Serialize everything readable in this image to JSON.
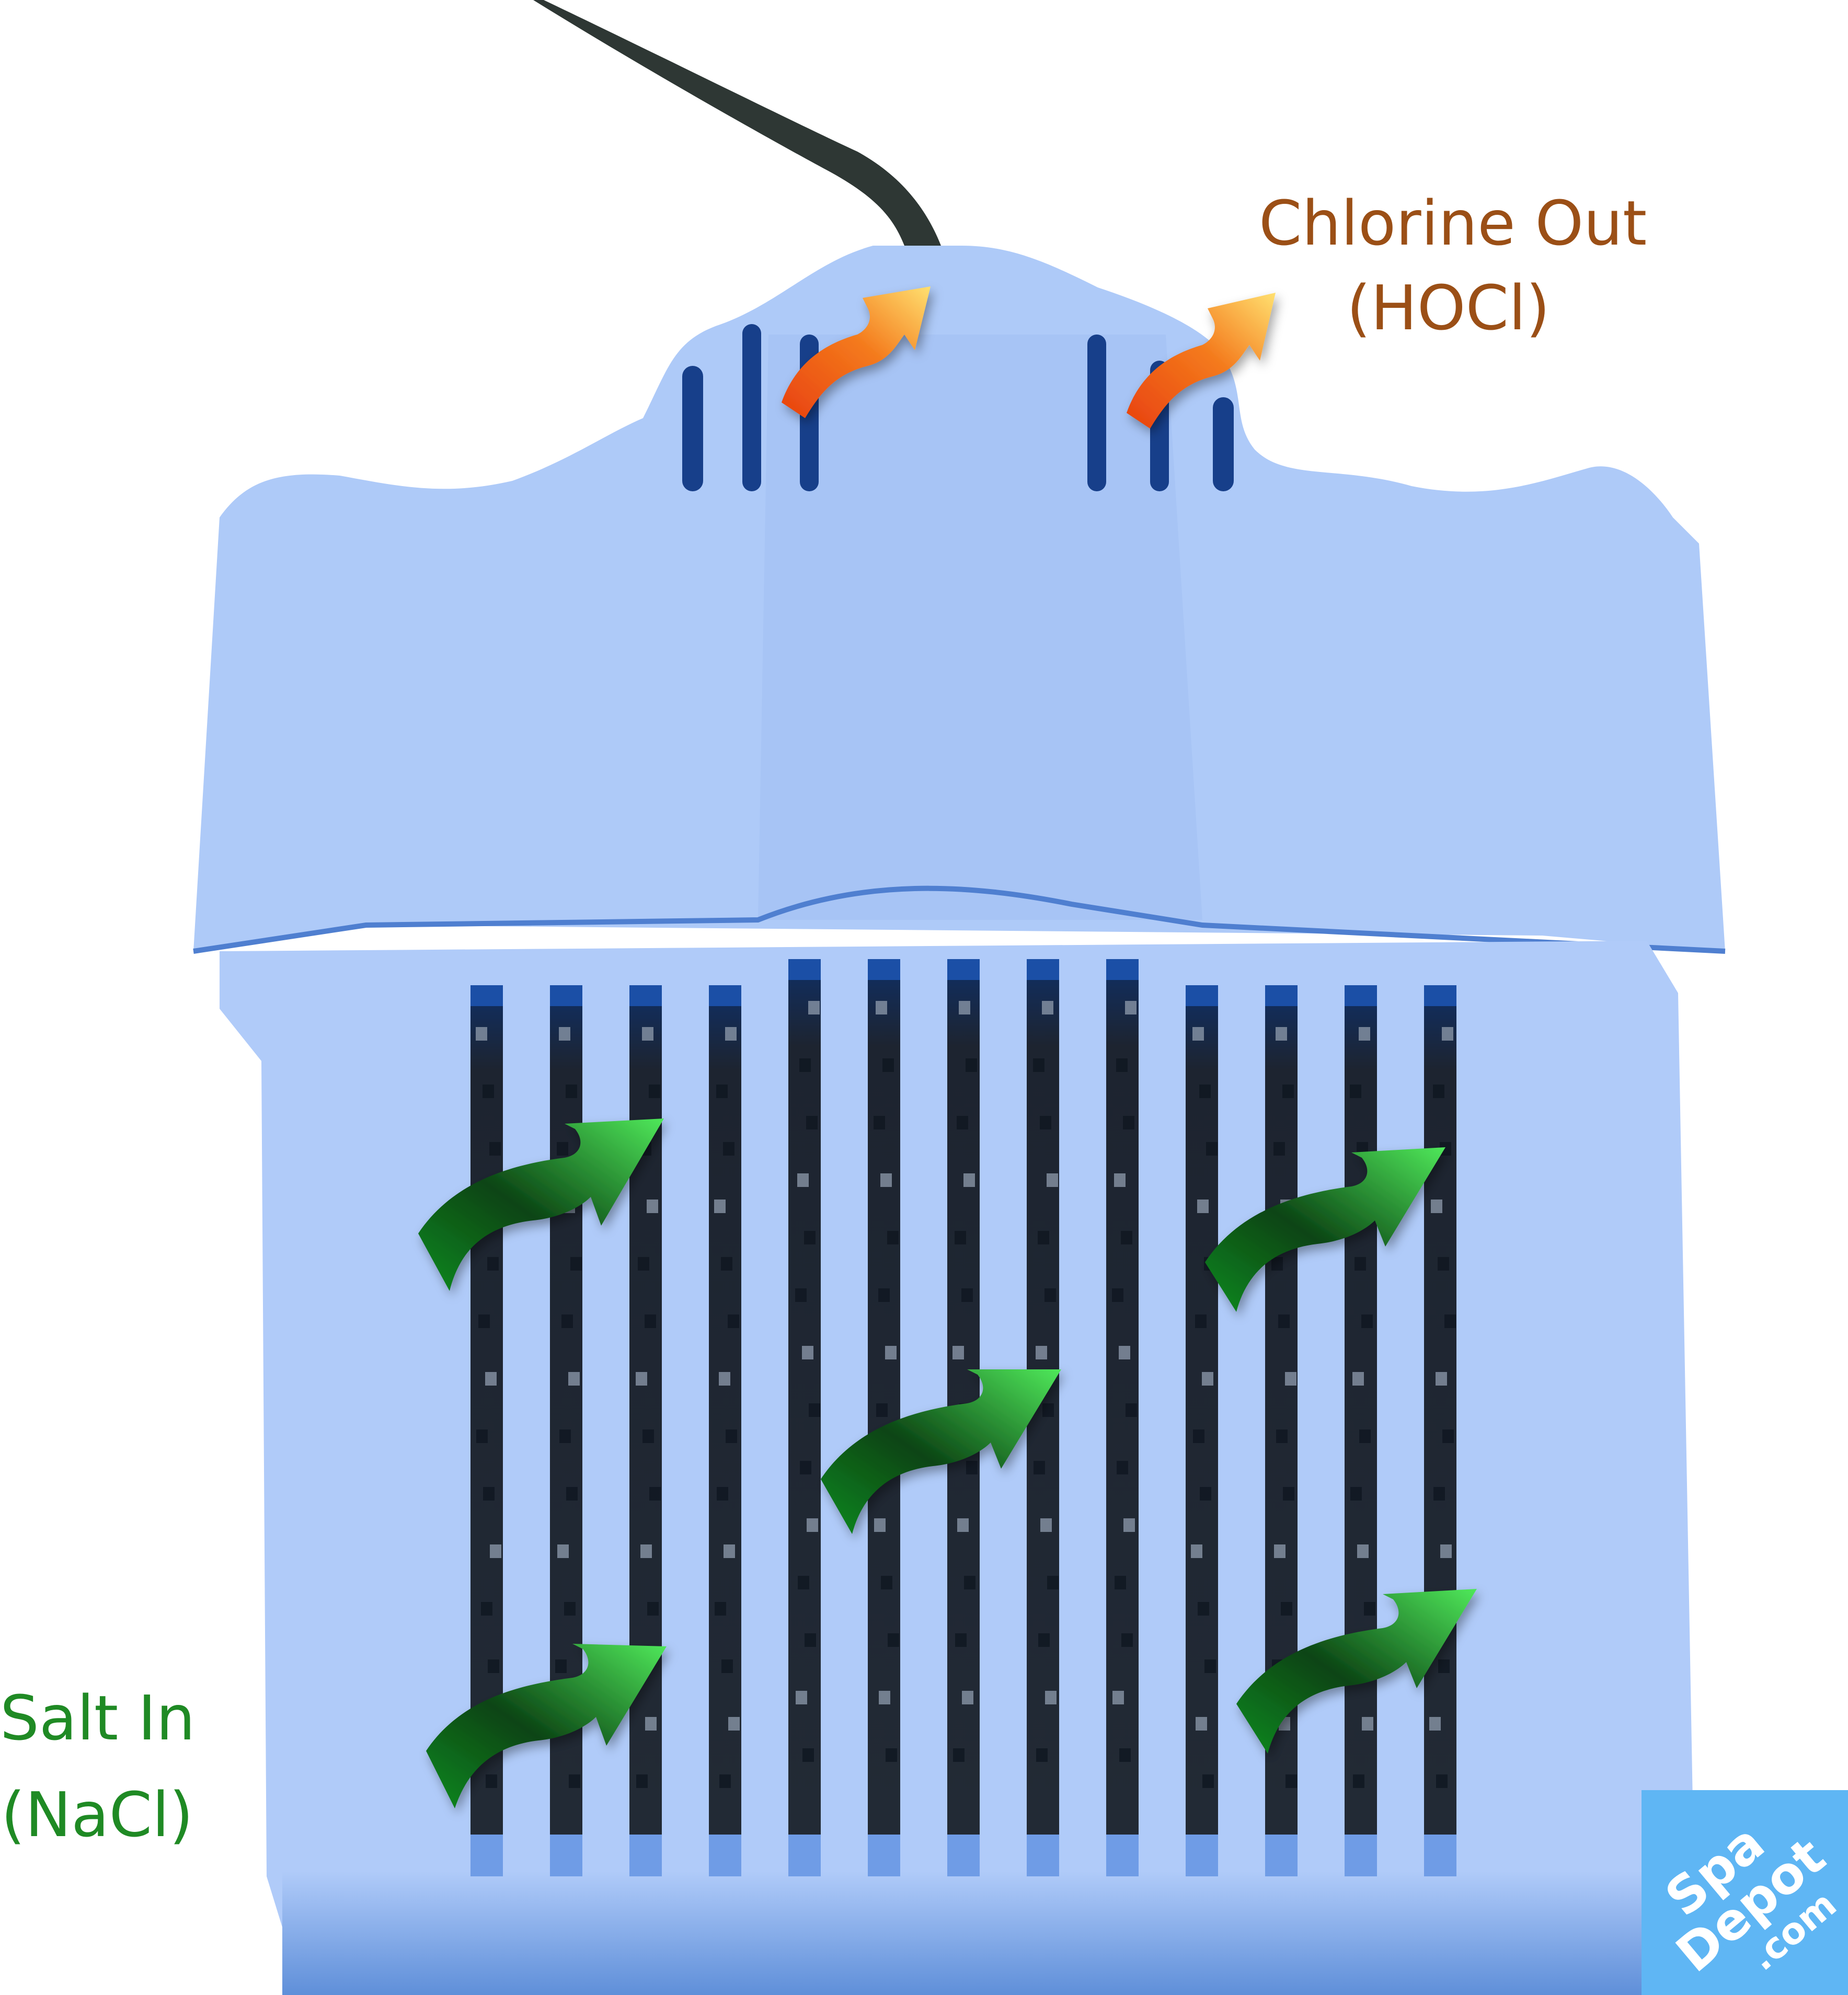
{
  "labels": {
    "chlorine_out": {
      "line1": "Chlorine Out",
      "line2": "(HOCl)"
    },
    "salt_in": {
      "line1": "Salt In",
      "line2": "(NaCl)"
    }
  },
  "logo": {
    "line1": "Spa",
    "line2": "Depot",
    "line3": ".com"
  },
  "colors": {
    "chlorine_label": "#9b4f16",
    "salt_label": "#1f8a24",
    "cell_body": "#b0cbf9",
    "cell_shadow": "#5f90d8",
    "slot_edge": "#0d3f85",
    "plate_dark": "#1d2430",
    "cable": "#2e3734",
    "arrow_out": "#f0521a",
    "arrow_in": "#2fbf38",
    "logo_bg": "#5fb6f4"
  },
  "icons": {
    "flow_in": "green-flow-arrow-icon",
    "flow_out": "orange-flow-arrow-icon"
  }
}
